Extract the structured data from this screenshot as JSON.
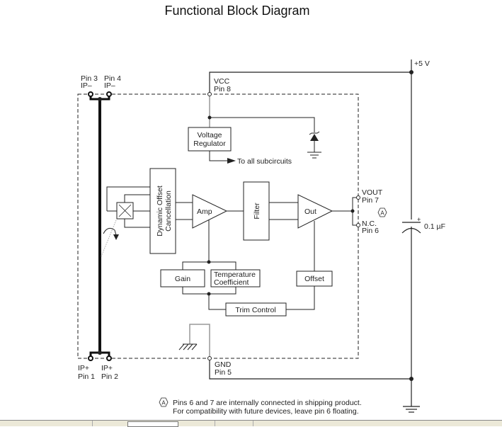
{
  "title": "Functional Block Diagram",
  "pins": {
    "pin3": {
      "name": "Pin 3",
      "signal": "IP–"
    },
    "pin4": {
      "name": "Pin 4",
      "signal": "IP–"
    },
    "pin1": {
      "name": "Pin 1",
      "signal": "IP+"
    },
    "pin2": {
      "name": "Pin 2",
      "signal": "IP+"
    },
    "pin8": {
      "name": "Pin 8",
      "signal": "VCC"
    },
    "pin7": {
      "name": "Pin 7",
      "signal": "VOUT"
    },
    "pin6": {
      "name": "Pin 6",
      "signal": "N.C."
    },
    "pin5": {
      "name": "Pin 5",
      "signal": "GND"
    }
  },
  "blocks": {
    "voltage_regulator": [
      "Voltage",
      "Regulator"
    ],
    "to_all_subcircuits": "To all subcircuits",
    "dynamic_offset": [
      "Dynamic Offset",
      "Cancellation"
    ],
    "amp": "Amp",
    "filter": "Filter",
    "out": "Out",
    "gain": "Gain",
    "temperature_coefficient": [
      "Temperature",
      "Coefficient"
    ],
    "offset": "Offset",
    "trim_control": "Trim Control"
  },
  "external": {
    "supply": "+5 V",
    "capacitor": "0.1 µF",
    "cap_polarity": "+"
  },
  "note_marker": "A",
  "footnote": [
    "Pins 6 and 7 are internally connected in shipping product.",
    "For compatibility with future devices, leave pin 6 floating."
  ]
}
